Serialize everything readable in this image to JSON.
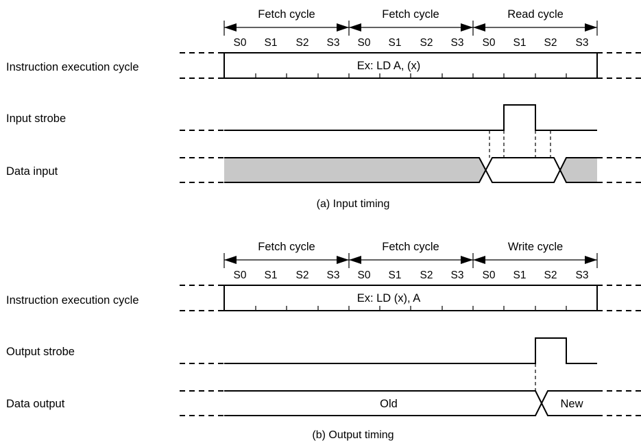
{
  "panel_a": {
    "cycles": [
      "Fetch cycle",
      "Fetch cycle",
      "Read cycle"
    ],
    "states": [
      "S0",
      "S1",
      "S2",
      "S3"
    ],
    "exec_label": "Instruction execution cycle",
    "instruction": "Ex: LD  A, (x)",
    "strobe_label": "Input strobe",
    "data_label": "Data input",
    "caption": "(a) Input timing"
  },
  "panel_b": {
    "cycles": [
      "Fetch cycle",
      "Fetch cycle",
      "Write cycle"
    ],
    "states": [
      "S0",
      "S1",
      "S2",
      "S3"
    ],
    "exec_label": "Instruction execution cycle",
    "instruction": "Ex: LD  (x), A",
    "strobe_label": "Output strobe",
    "data_label": "Data output",
    "data_old": "Old",
    "data_new": "New",
    "caption": "(b) Output timing"
  }
}
